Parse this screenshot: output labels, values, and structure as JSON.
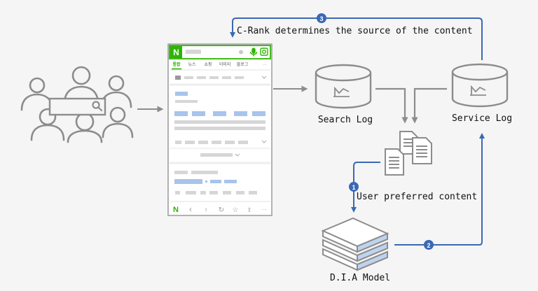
{
  "colors": {
    "background": "#f5f5f5",
    "flow_blue": "#3a68b5",
    "gray_stroke": "#8c8c8c",
    "phone_green": "#2db400",
    "label_text": "#111111",
    "bar_blue": "#a8c4ec",
    "bar_gray": "#d6d6d6"
  },
  "labels": {
    "crank": "C-Rank determines the source of the content",
    "search_log": "Search Log",
    "service_log": "Service Log",
    "user_preferred": "User preferred content",
    "dia_model": "D.I.A Model"
  },
  "steps": {
    "one": "1",
    "two": "2",
    "three": "3"
  },
  "phone": {
    "logo": "N",
    "tabs": [
      "통합",
      "뉴스",
      "쇼핑",
      "이미지",
      "블로그"
    ],
    "more": "···",
    "bottom_logo": "N",
    "nav_back": "‹",
    "nav_forward": "›",
    "nav_refresh": "↻",
    "nav_bookmark": "☆",
    "nav_share": "⇪",
    "nav_more": "···"
  },
  "icons": {
    "users": "users-group-icon",
    "search_box": "search-bar-icon",
    "magnifier": "magnifier-icon",
    "search_log_db": "database-icon",
    "service_log_db": "database-icon",
    "documents": "documents-icon",
    "model_stack": "layered-model-icon",
    "mic": "microphone-icon",
    "lens": "camera-lens-icon"
  }
}
